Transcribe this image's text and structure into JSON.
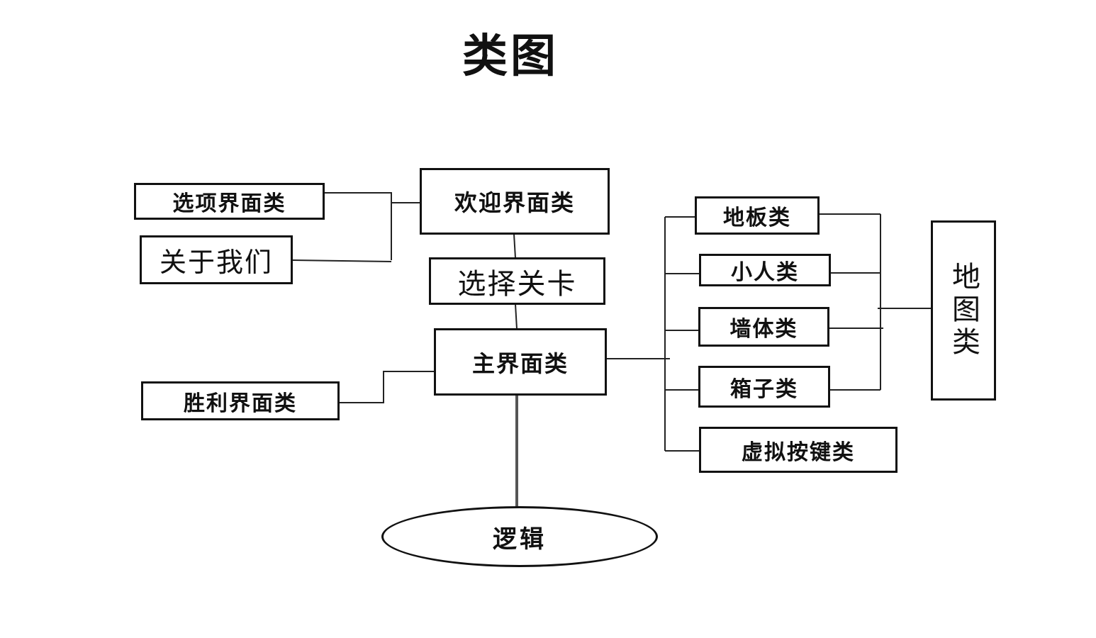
{
  "title": "类图",
  "nodes": {
    "options_ui": "选项界面类",
    "about_us": "关于我们",
    "welcome_ui": "欢迎界面类",
    "select_level": "选择关卡",
    "main_ui": "主界面类",
    "victory_ui": "胜利界面类",
    "logic": "逻辑",
    "floor": "地板类",
    "person": "小人类",
    "wall": "墙体类",
    "box": "箱子类",
    "virtual_keys": "虚拟按键类",
    "map": "地图类"
  }
}
